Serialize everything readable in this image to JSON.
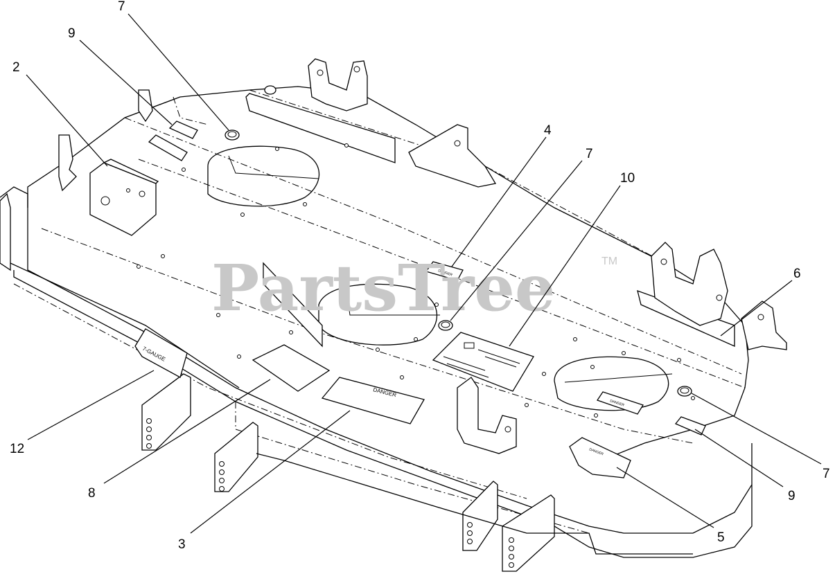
{
  "watermark": {
    "brand": "PartsTree",
    "trademark": "TM"
  },
  "decals": {
    "danger_label": "DANGER",
    "gauge_label": "7-GAUGE",
    "brand_badge": "DANGER"
  },
  "callouts": [
    {
      "id": "callout-7-top",
      "number": "7"
    },
    {
      "id": "callout-9-top",
      "number": "9"
    },
    {
      "id": "callout-2",
      "number": "2"
    },
    {
      "id": "callout-4",
      "number": "4"
    },
    {
      "id": "callout-7-mid",
      "number": "7"
    },
    {
      "id": "callout-10",
      "number": "10"
    },
    {
      "id": "callout-6",
      "number": "6"
    },
    {
      "id": "callout-12",
      "number": "12"
    },
    {
      "id": "callout-8",
      "number": "8"
    },
    {
      "id": "callout-3",
      "number": "3"
    },
    {
      "id": "callout-7-right",
      "number": "7"
    },
    {
      "id": "callout-9-right",
      "number": "9"
    },
    {
      "id": "callout-5",
      "number": "5"
    }
  ]
}
